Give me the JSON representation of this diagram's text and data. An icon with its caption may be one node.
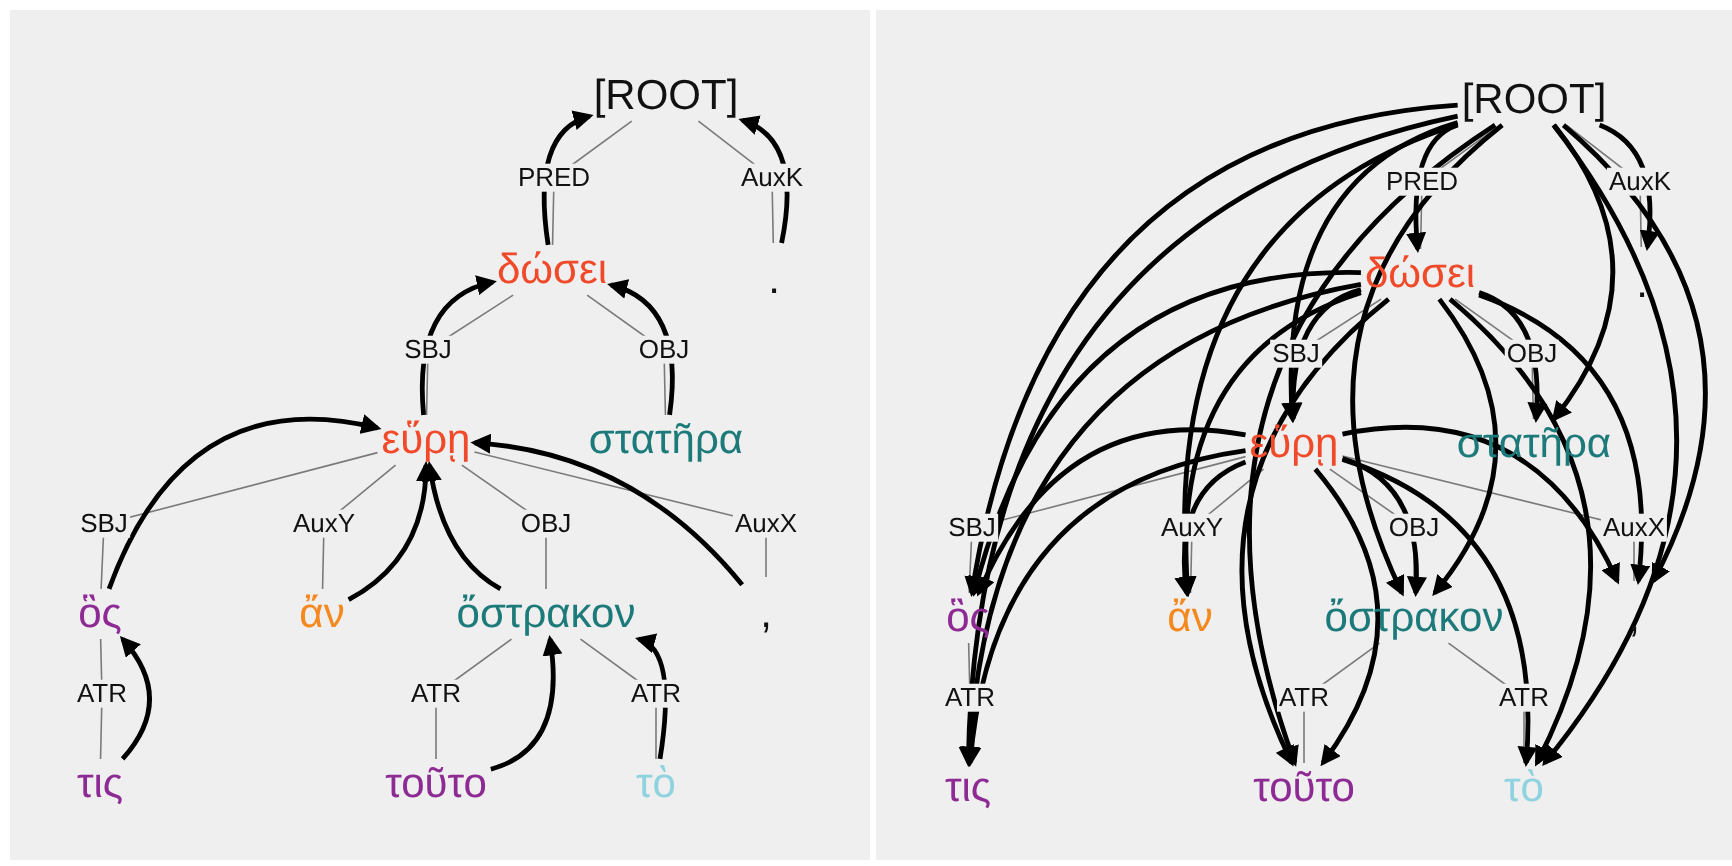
{
  "diagram": {
    "nodes": [
      {
        "text": [
          "[ROOT]"
        ]
      },
      {
        "text": [
          "δώσει"
        ]
      },
      {
        "text": [
          "."
        ]
      },
      {
        "text": [
          "εὕρῃ"
        ]
      },
      {
        "text": [
          "στατῆρα"
        ]
      },
      {
        "text": [
          "ὃς"
        ]
      },
      {
        "text": [
          "ἄν"
        ]
      },
      {
        "text": [
          "ὄστρακον"
        ]
      },
      {
        "text": [
          ","
        ]
      },
      {
        "text": [
          "τις"
        ]
      },
      {
        "text": [
          "τοῦτο"
        ]
      },
      {
        "text": [
          "τὸ"
        ]
      },
      {
        "text": [
          "[ROOT]"
        ]
      },
      {
        "text": [
          "δώσει"
        ]
      },
      {
        "text": [
          "."
        ]
      },
      {
        "text": [
          "εὕρῃ"
        ]
      },
      {
        "text": [
          "στατῆρα"
        ]
      },
      {
        "text": [
          "ὃς"
        ]
      },
      {
        "text": [
          "ἄν"
        ]
      },
      {
        "text": [
          "ὄστρακον"
        ]
      },
      {
        "text": [
          ","
        ]
      },
      {
        "text": [
          "τις"
        ]
      },
      {
        "text": [
          "τοῦτο"
        ]
      },
      {
        "text": [
          "τὸ"
        ]
      }
    ],
    "edges": [
      {
        "from": 0,
        "to": 1,
        "arrow": "none",
        "label": "PRED",
        "color": "#7a7a7a"
      },
      {
        "from": 0,
        "to": 2,
        "arrow": "none",
        "label": "AuxK",
        "color": "#7a7a7a"
      },
      {
        "from": 1,
        "to": 3,
        "arrow": "none",
        "label": "SBJ",
        "color": "#7a7a7a"
      },
      {
        "from": 1,
        "to": 4,
        "arrow": "none",
        "label": "OBJ",
        "color": "#7a7a7a"
      },
      {
        "from": 3,
        "to": 5,
        "arrow": "none",
        "label": "SBJ",
        "color": "#7a7a7a"
      },
      {
        "from": 3,
        "to": 6,
        "arrow": "none",
        "label": "AuxY",
        "color": "#7a7a7a"
      },
      {
        "from": 3,
        "to": 7,
        "arrow": "none",
        "label": "OBJ",
        "color": "#7a7a7a"
      },
      {
        "from": 3,
        "to": 8,
        "arrow": "none",
        "label": "AuxX",
        "color": "#7a7a7a"
      },
      {
        "from": 5,
        "to": 9,
        "arrow": "none",
        "label": "ATR",
        "color": "#7a7a7a"
      },
      {
        "from": 7,
        "to": 10,
        "arrow": "none",
        "label": "ATR",
        "color": "#7a7a7a"
      },
      {
        "from": 7,
        "to": 11,
        "arrow": "none",
        "label": "ATR",
        "color": "#7a7a7a"
      },
      {
        "from": 1,
        "to": 0,
        "arrow": "to"
      },
      {
        "from": 2,
        "to": 0,
        "arrow": "to"
      },
      {
        "from": 3,
        "to": 1,
        "arrow": "to"
      },
      {
        "from": 4,
        "to": 1,
        "arrow": "to"
      },
      {
        "from": 5,
        "to": 3,
        "arrow": "to"
      },
      {
        "from": 6,
        "to": 3,
        "arrow": "to"
      },
      {
        "from": 7,
        "to": 3,
        "arrow": "to"
      },
      {
        "from": 8,
        "to": 3,
        "arrow": "to"
      },
      {
        "from": 9,
        "to": 5,
        "arrow": "to"
      },
      {
        "from": 10,
        "to": 7,
        "arrow": "to"
      },
      {
        "from": 11,
        "to": 7,
        "arrow": "to"
      },
      {
        "from": 12,
        "to": 13,
        "arrow": "none",
        "label": "PRED",
        "color": "#7a7a7a"
      },
      {
        "from": 12,
        "to": 14,
        "arrow": "none",
        "label": "AuxK",
        "color": "#7a7a7a"
      },
      {
        "from": 13,
        "to": 15,
        "arrow": "none",
        "label": "SBJ",
        "color": "#7a7a7a"
      },
      {
        "from": 13,
        "to": 16,
        "arrow": "none",
        "label": "OBJ",
        "color": "#7a7a7a"
      },
      {
        "from": 15,
        "to": 17,
        "arrow": "none",
        "label": "SBJ",
        "color": "#7a7a7a"
      },
      {
        "from": 15,
        "to": 18,
        "arrow": "none",
        "label": "AuxY",
        "color": "#7a7a7a"
      },
      {
        "from": 15,
        "to": 19,
        "arrow": "none",
        "label": "OBJ",
        "color": "#7a7a7a"
      },
      {
        "from": 15,
        "to": 20,
        "arrow": "none",
        "label": "AuxX",
        "color": "#7a7a7a"
      },
      {
        "from": 17,
        "to": 21,
        "arrow": "none",
        "label": "ATR",
        "color": "#7a7a7a"
      },
      {
        "from": 19,
        "to": 22,
        "arrow": "none",
        "label": "ATR",
        "color": "#7a7a7a"
      },
      {
        "from": 19,
        "to": 23,
        "arrow": "none",
        "label": "ATR",
        "color": "#7a7a7a"
      },
      {
        "from": 12,
        "to": 13,
        "arrow": "to"
      },
      {
        "from": 12,
        "to": 14,
        "arrow": "to"
      },
      {
        "from": 12,
        "to": 15,
        "arrow": "to"
      },
      {
        "from": 12,
        "to": 16,
        "arrow": "to"
      },
      {
        "from": 12,
        "to": 17,
        "arrow": "to"
      },
      {
        "from": 12,
        "to": 18,
        "arrow": "to"
      },
      {
        "from": 12,
        "to": 19,
        "arrow": "to"
      },
      {
        "from": 12,
        "to": 20,
        "arrow": "to"
      },
      {
        "from": 12,
        "to": 21,
        "arrow": "to"
      },
      {
        "from": 12,
        "to": 22,
        "arrow": "to"
      },
      {
        "from": 12,
        "to": 23,
        "arrow": "to"
      },
      {
        "from": 13,
        "to": 15,
        "arrow": "to"
      },
      {
        "from": 13,
        "to": 16,
        "arrow": "to"
      },
      {
        "from": 13,
        "to": 17,
        "arrow": "to"
      },
      {
        "from": 13,
        "to": 18,
        "arrow": "to"
      },
      {
        "from": 13,
        "to": 19,
        "arrow": "to"
      },
      {
        "from": 13,
        "to": 20,
        "arrow": "to"
      },
      {
        "from": 13,
        "to": 21,
        "arrow": "to"
      },
      {
        "from": 13,
        "to": 22,
        "arrow": "to"
      },
      {
        "from": 13,
        "to": 23,
        "arrow": "to"
      },
      {
        "from": 15,
        "to": 17,
        "arrow": "to"
      },
      {
        "from": 15,
        "to": 18,
        "arrow": "to"
      },
      {
        "from": 15,
        "to": 19,
        "arrow": "to"
      },
      {
        "from": 15,
        "to": 20,
        "arrow": "to"
      },
      {
        "from": 15,
        "to": 21,
        "arrow": "to"
      },
      {
        "from": 15,
        "to": 22,
        "arrow": "to"
      },
      {
        "from": 15,
        "to": 23,
        "arrow": "to"
      }
    ]
  }
}
